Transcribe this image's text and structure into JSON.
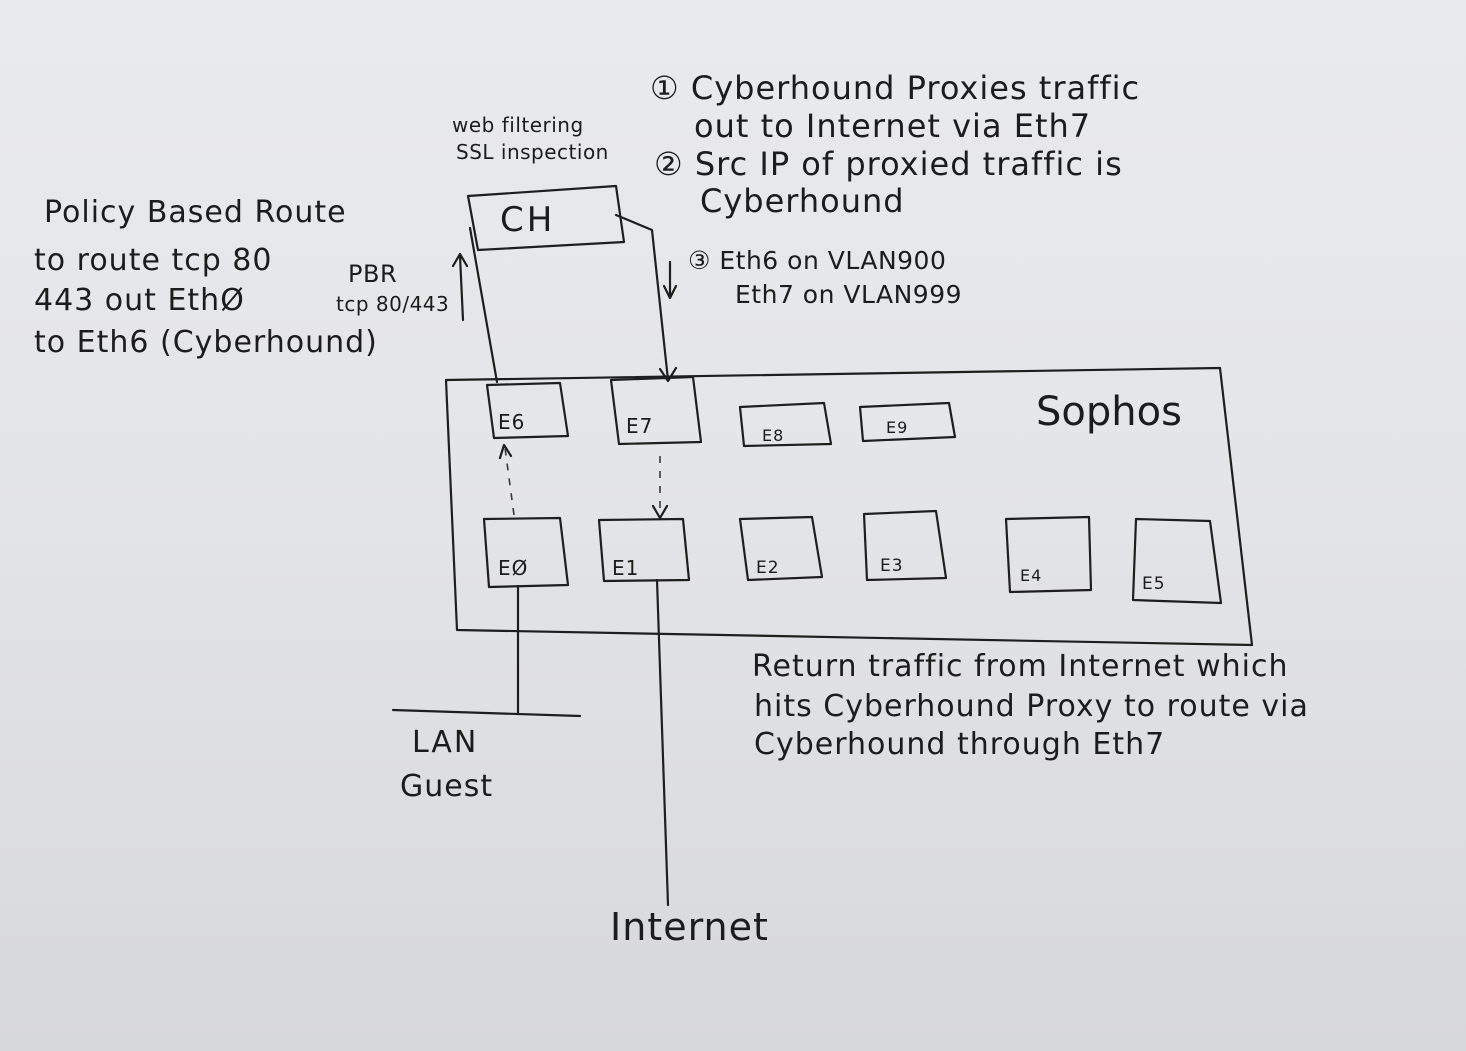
{
  "notes": {
    "step1_line1": "① Cyberhound Proxies traffic",
    "step1_line2": "out to Internet via Eth7",
    "step2_line1": "② Src IP of proxied traffic is",
    "step2_line2": "Cyberhound",
    "step3_line1": "③ Eth6 on VLAN900",
    "step3_line2": "Eth7 on VLAN999",
    "ch_role_line1": "web filtering",
    "ch_role_line2": "SSL inspection",
    "pbr_line1": "Policy Based Route",
    "pbr_line2": "to route tcp 80",
    "pbr_line3": "443 out EthØ",
    "pbr_line4": "to Eth6 (Cyberhound)",
    "pbr_short_line1": "PBR",
    "pbr_short_line2": "tcp 80/443",
    "return_line1": "Return traffic from Internet which",
    "return_line2": "hits Cyberhound Proxy to route via",
    "return_line3": "Cyberhound through Eth7"
  },
  "nodes": {
    "cyberhound": "CH",
    "sophos": "Sophos",
    "lan_line1": "LAN",
    "lan_line2": "Guest",
    "internet": "Internet"
  },
  "ports": {
    "e6": "E6",
    "e7": "E7",
    "e8": "E8",
    "e9": "E9",
    "e0": "EØ",
    "e1": "E1",
    "e2": "E2",
    "e3": "E3",
    "e4": "E4",
    "e5": "E5"
  },
  "colors": {
    "paper": "#e6e7e9",
    "ink": "#1e1e1e"
  }
}
